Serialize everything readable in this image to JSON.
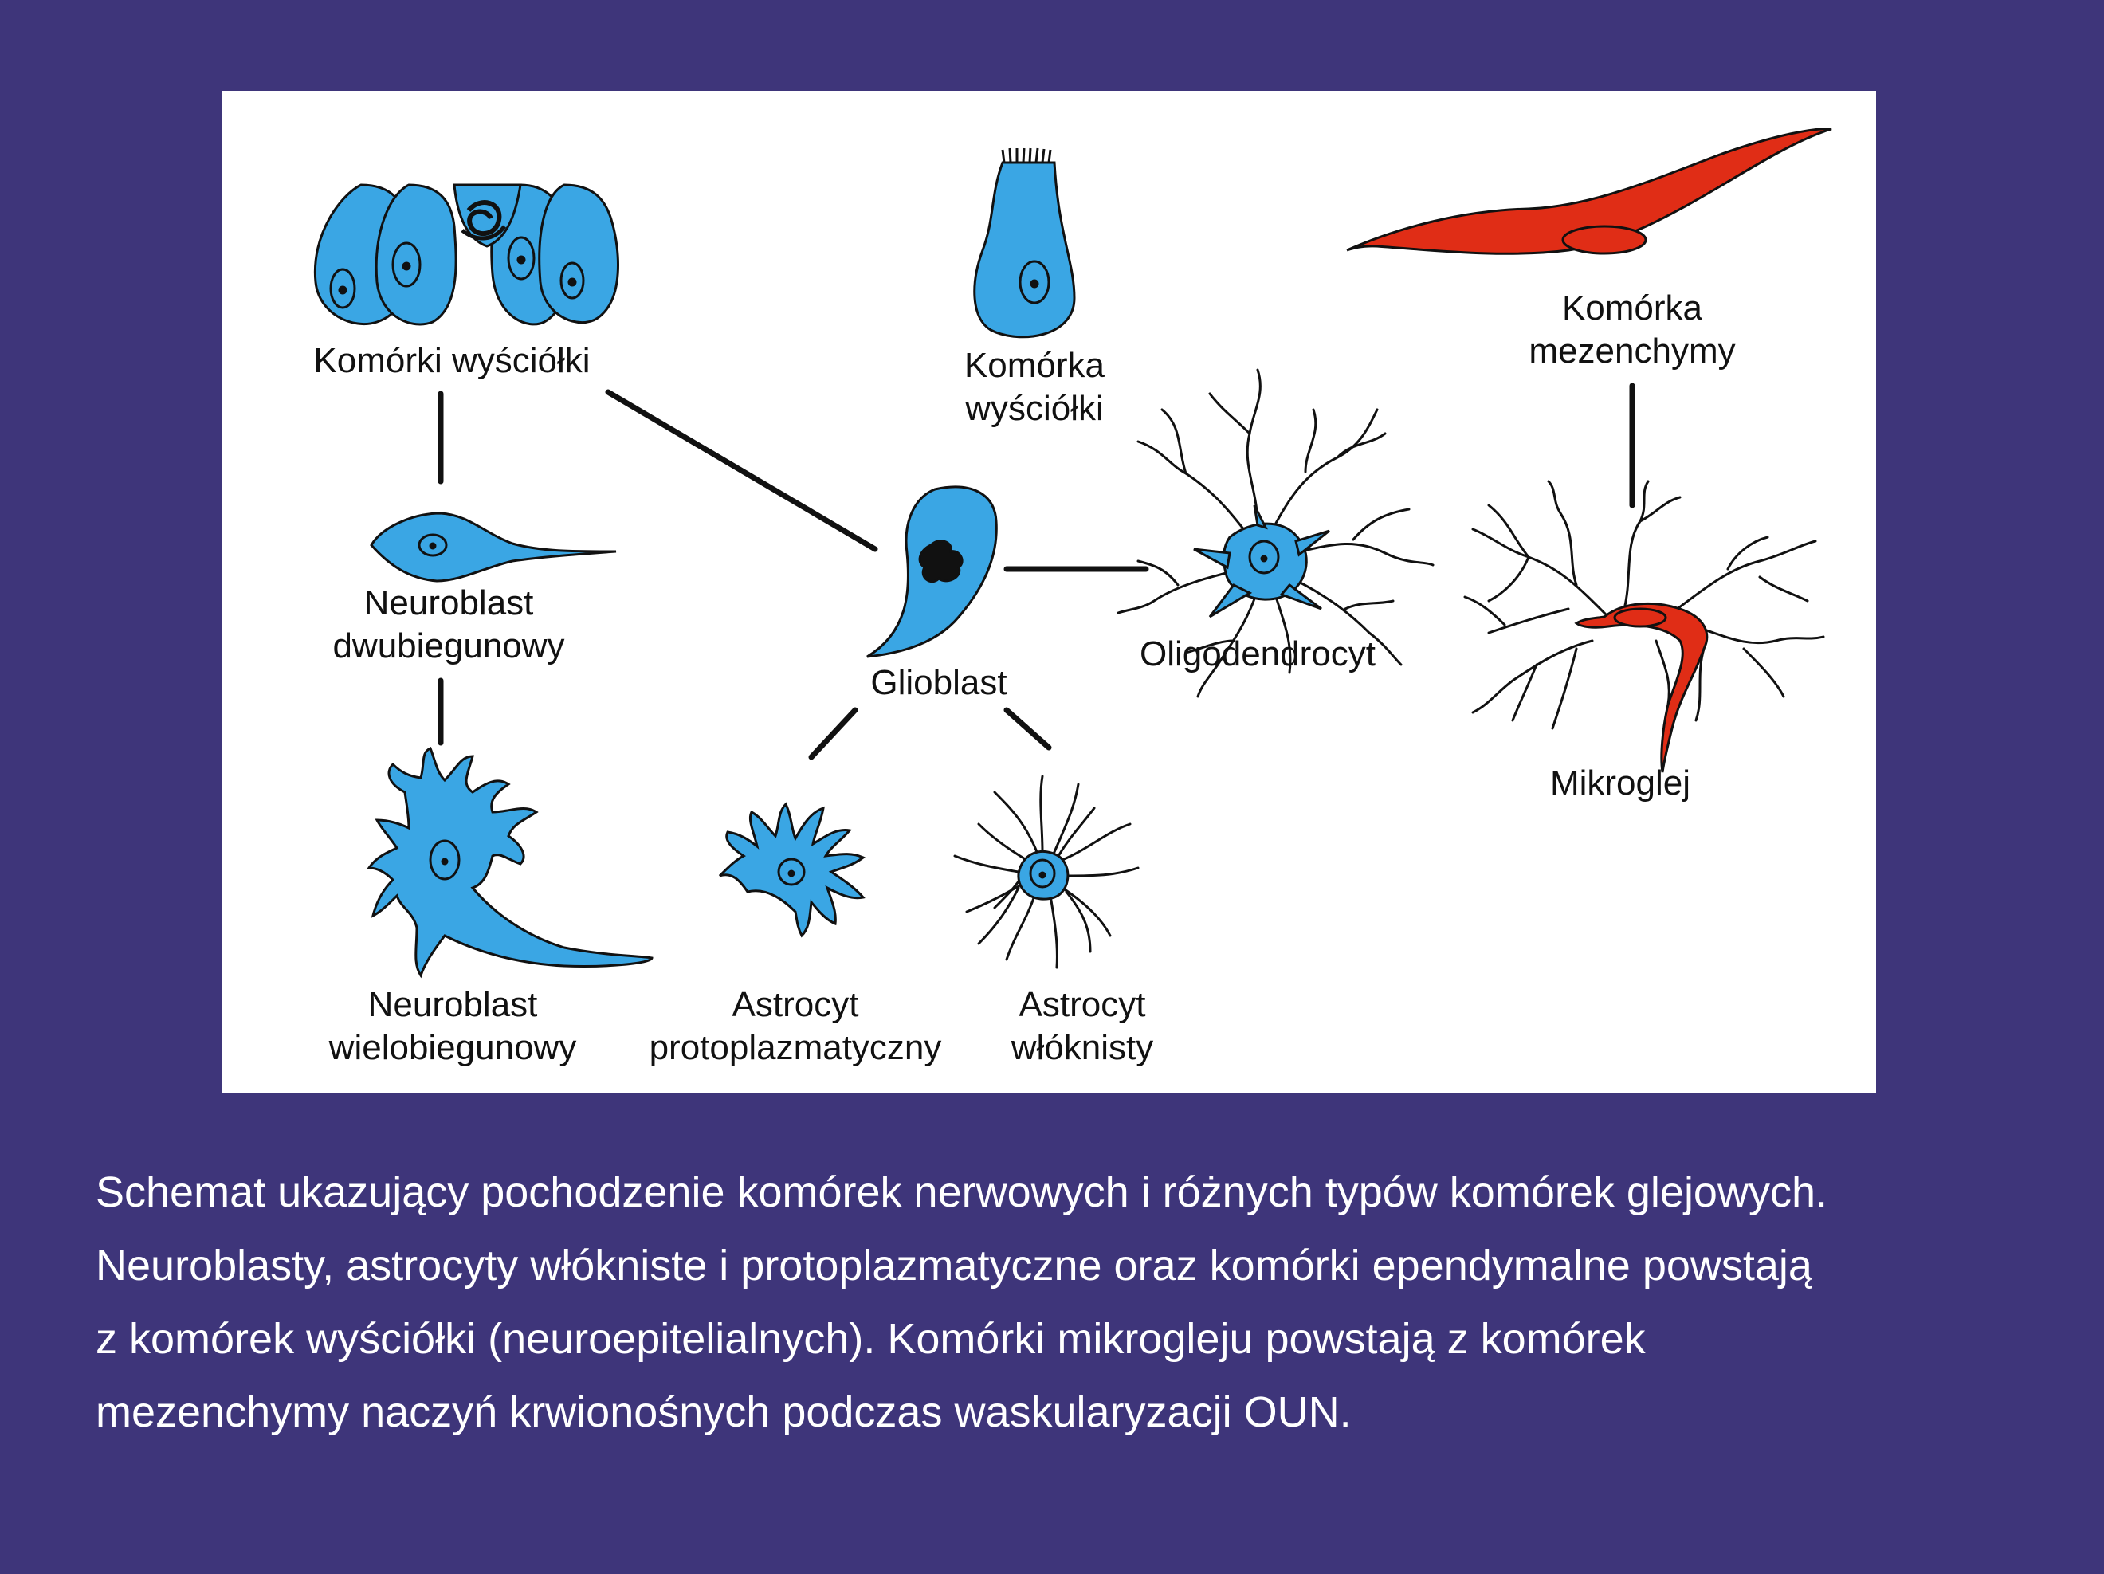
{
  "colors": {
    "background": "#3e357a",
    "panel": "#ffffff",
    "glia_cell": "#3aa6e4",
    "mesenchyme_cell": "#e02d16",
    "outline": "#111111",
    "caption_text": "#ffffff"
  },
  "labels": {
    "ependymal_cells": "Komórki wyściółki",
    "ependymal_cell_line1": "Komórka",
    "ependymal_cell_line2": "wyściółki",
    "mesenchyme_cell_line1": "Komórka",
    "mesenchyme_cell_line2": "mezenchymy",
    "bipolar_neuroblast_line1": "Neuroblast",
    "bipolar_neuroblast_line2": "dwubiegunowy",
    "glioblast": "Glioblast",
    "oligodendrocyte": "Oligodendrocyt",
    "microglia": "Mikroglej",
    "multipolar_neuroblast_line1": "Neuroblast",
    "multipolar_neuroblast_line2": "wielobiegunowy",
    "protoplasmic_astrocyte_line1": "Astrocyt",
    "protoplasmic_astrocyte_line2": "protoplazmatyczny",
    "fibrous_astrocyte_line1": "Astrocyt",
    "fibrous_astrocyte_line2": "włóknisty"
  },
  "caption": {
    "line1": "Schemat ukazujący pochodzenie komórek nerwowych i różnych typów komórek glejowych.",
    "line2": "Neuroblasty, astrocyty włókniste i protoplazmatyczne oraz komórki ependymalne powstają",
    "line3": "z komórek wyściółki (neuroepitelialnych). Komórki mikrogleju powstają z komórek",
    "line4": "mezenchymy naczyń krwionośnych podczas waskularyzacji OUN."
  }
}
